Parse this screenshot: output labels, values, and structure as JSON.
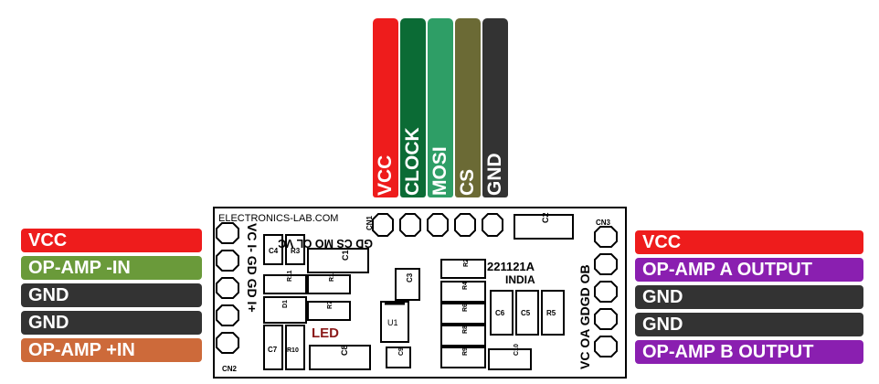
{
  "top_labels": [
    {
      "text": "VCC",
      "color": "#ee1c1c"
    },
    {
      "text": "CLOCK",
      "color": "#0b6b35"
    },
    {
      "text": "MOSI",
      "color": "#2e9e66"
    },
    {
      "text": "CS",
      "color": "#6b6a35"
    },
    {
      "text": "GND",
      "color": "#333333"
    }
  ],
  "left_labels": [
    {
      "text": "VCC",
      "color": "#ee1c1c"
    },
    {
      "text": "OP-AMP -IN",
      "color": "#6a9a3a"
    },
    {
      "text": "GND",
      "color": "#333333"
    },
    {
      "text": "GND",
      "color": "#333333"
    },
    {
      "text": "OP-AMP +IN",
      "color": "#cd6a3a"
    }
  ],
  "right_labels": [
    {
      "text": "VCC",
      "color": "#ee1c1c"
    },
    {
      "text": "OP-AMP A OUTPUT",
      "color": "#8a1fb0"
    },
    {
      "text": "GND",
      "color": "#333333"
    },
    {
      "text": "GND",
      "color": "#333333"
    },
    {
      "text": "OP-AMP B OUTPUT",
      "color": "#8a1fb0"
    }
  ],
  "board": {
    "brand": "ELECTRONICS-LAB.COM",
    "part_number": "221121A",
    "country": "INDIA",
    "led": "LED",
    "cn1": "CN1",
    "cn2": "CN2",
    "cn3": "CN3",
    "cn1_pins": "GD CS MO CL VC",
    "cn2_pins": "VC I- GD GD I+",
    "cn3_pins": "VC OA GDGD OB",
    "components": {
      "c1": "C1",
      "c2": "C2",
      "c3": "C3",
      "c4": "C4",
      "c5": "C5",
      "c6": "C6",
      "c7": "C7",
      "c8": "C8",
      "c9": "C9",
      "c10": "C10",
      "r1": "R1",
      "r2": "R2",
      "r3": "R3",
      "r4": "R4",
      "r5": "R5",
      "r6": "R6",
      "r7": "R7",
      "r8": "R8",
      "r9": "R9",
      "r10": "R10",
      "r11": "R11",
      "d1": "D1",
      "u1": "U1"
    }
  }
}
